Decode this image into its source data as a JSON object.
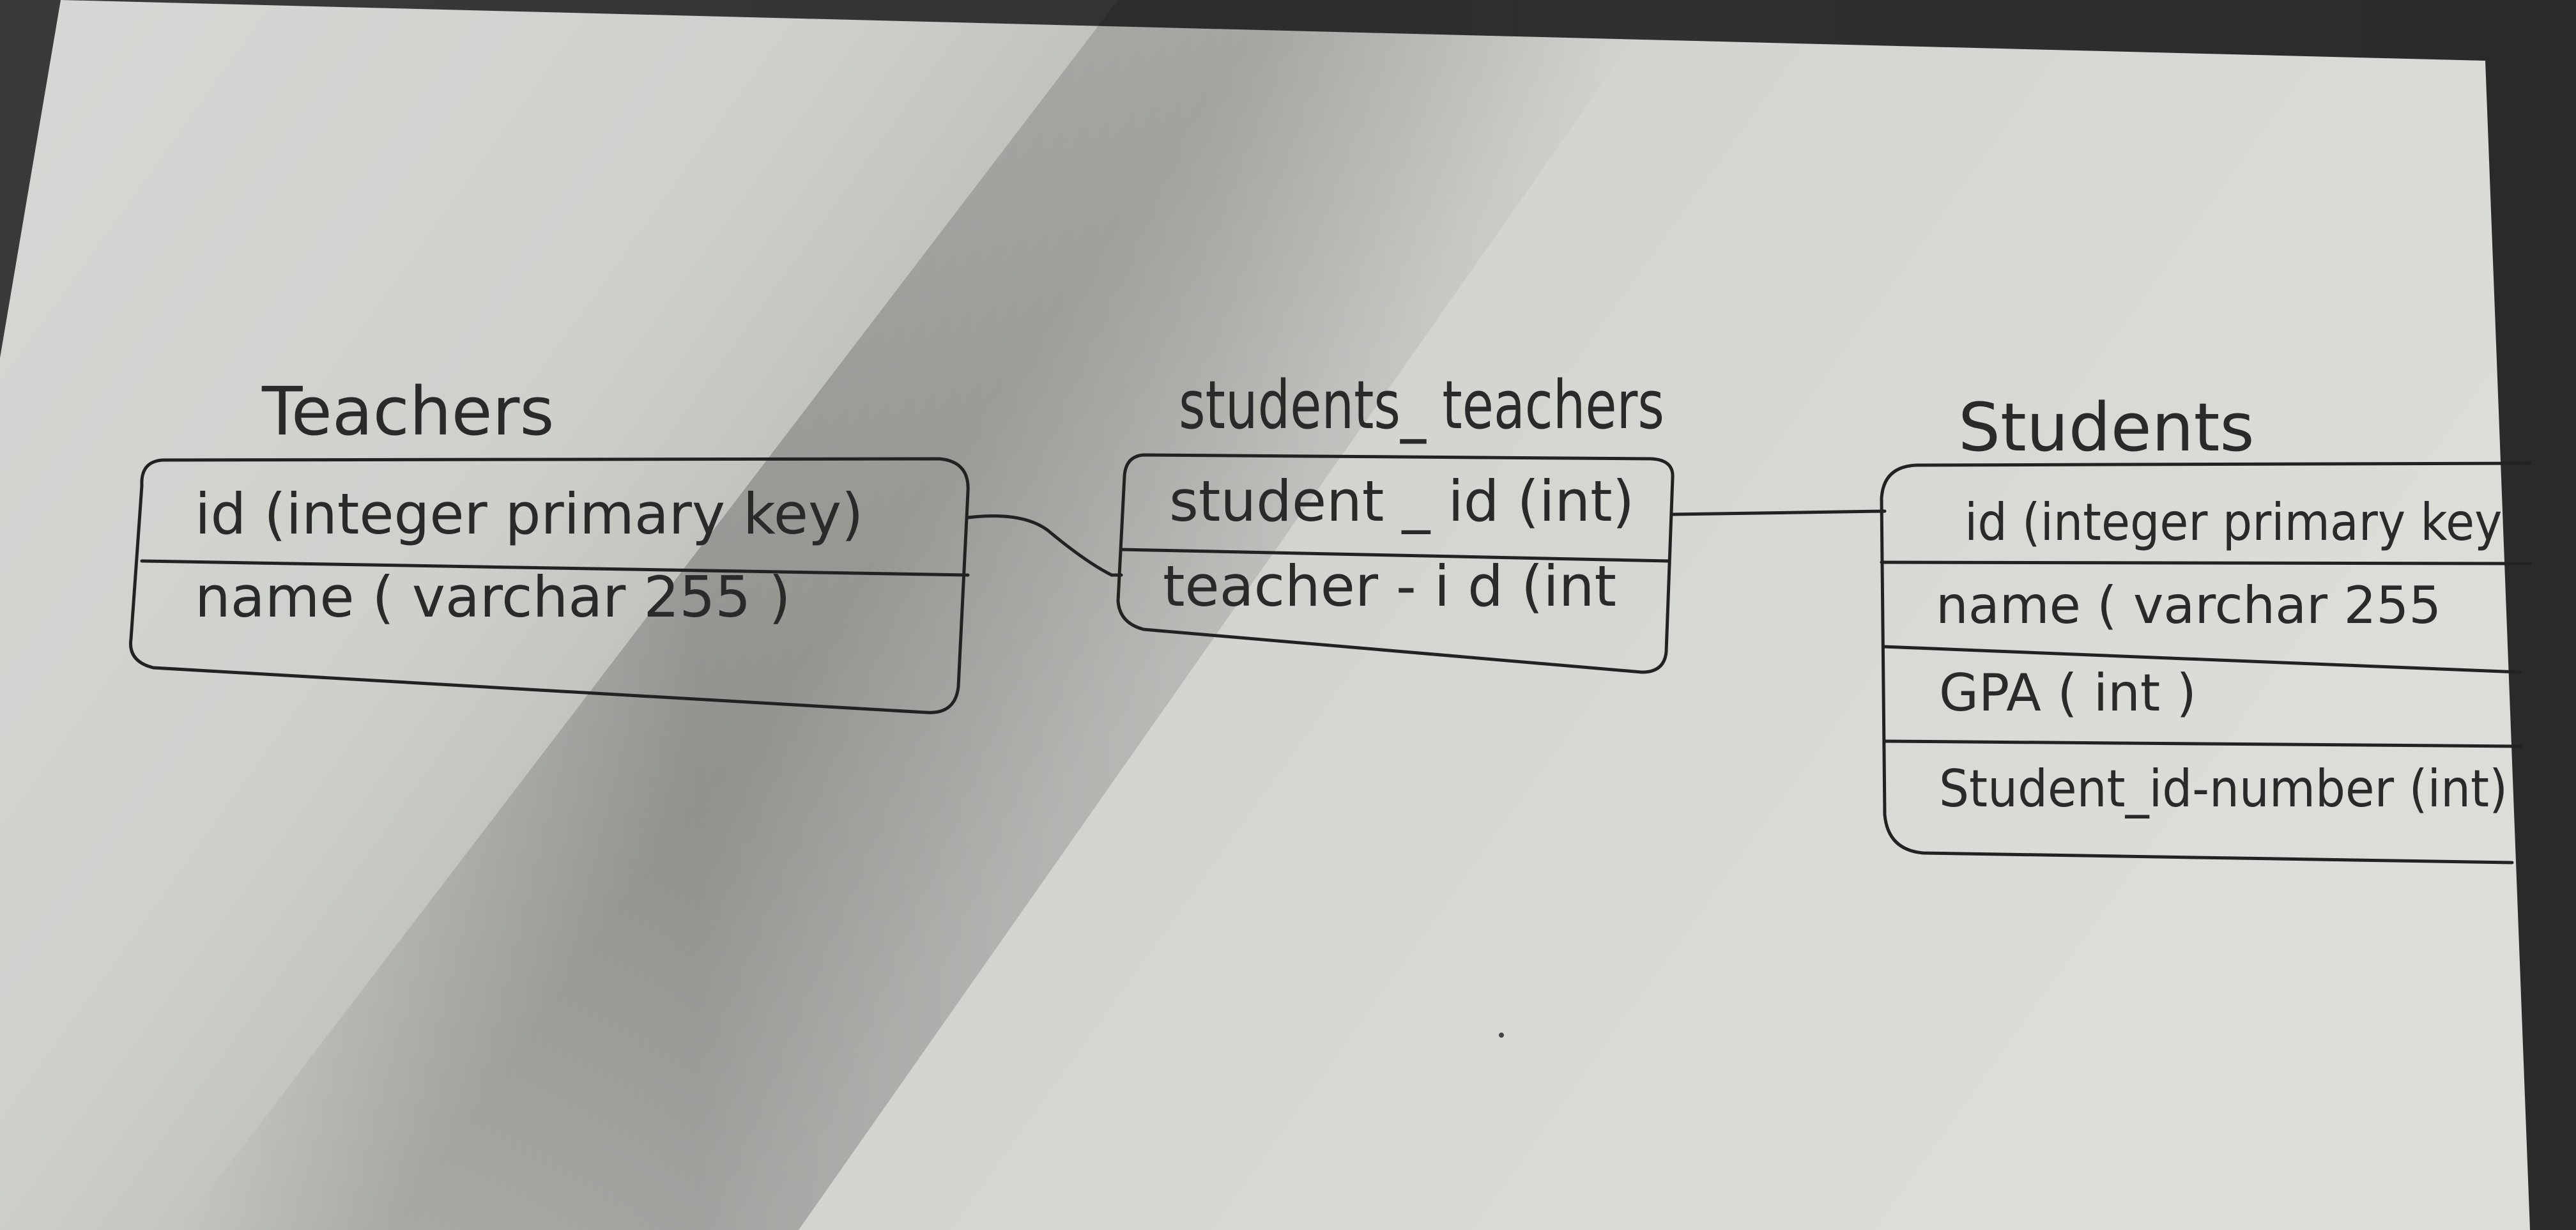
{
  "diagram": {
    "tables": {
      "teachers": {
        "title": "Teachers",
        "fields": [
          "id (integer primary key)",
          "name ( varchar 255 )"
        ]
      },
      "students_teachers": {
        "title": "students_ teachers",
        "fields": [
          "student _ id (int)",
          "teacher - i d (int"
        ]
      },
      "students": {
        "title": "Students",
        "fields": [
          "id (integer primary key)",
          "name ( varchar 255",
          "GPA ( int )",
          "Student_id-number (int)"
        ]
      }
    }
  }
}
